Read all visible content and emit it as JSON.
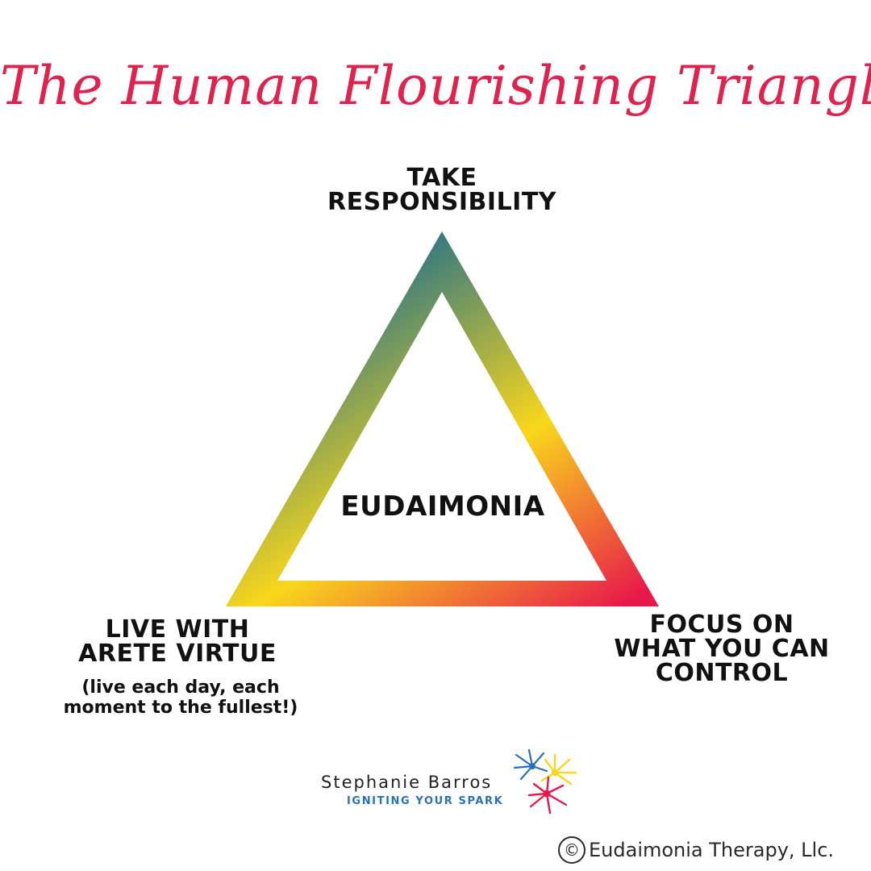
{
  "title": "The Human Flourishing Triangle",
  "diagram": {
    "top_label_lines": [
      "TAKE",
      "RESPONSIBILITY"
    ],
    "center_label": "EUDAIMONIA",
    "left_label_lines": [
      "LIVE WITH",
      "ARETE VIRTUE"
    ],
    "left_sub_lines": [
      "(live each day,",
      "each moment to",
      "the fullest!)"
    ],
    "right_label_lines": [
      "FOCUS ON",
      "WHAT YOU CAN",
      "CONTROL"
    ],
    "gradient_colors": [
      "#1f6f8b",
      "#f9d71c",
      "#e8194a"
    ]
  },
  "branding": {
    "name": "Stephanie Barros",
    "tagline": "IGNITING YOUR SPARK",
    "logo_icon": "spark-burst-icon",
    "copyright_icon": "copyright-icon",
    "copyright_text": "Eudaimonia Therapy, Llc."
  },
  "colors": {
    "title": "#e0224f",
    "tagline": "#2b72b5",
    "spark_red": "#e8194a",
    "spark_yellow": "#f9d71c",
    "spark_blue": "#2b72b5"
  }
}
